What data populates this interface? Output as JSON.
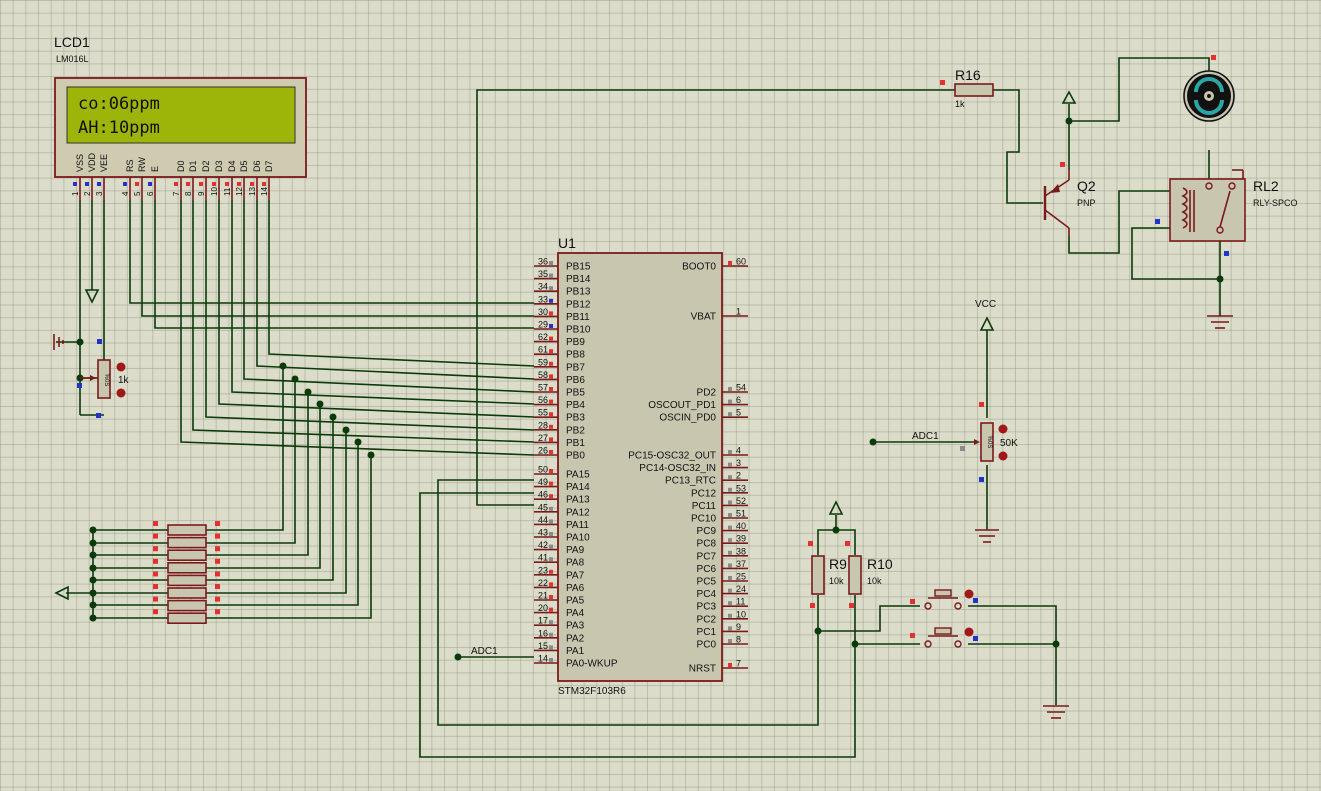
{
  "lcd": {
    "ref": "LCD1",
    "part": "LM016L",
    "line1": "co:06ppm",
    "line2": "AH:10ppm",
    "pins": [
      {
        "name": "VSS",
        "num": "1"
      },
      {
        "name": "VDD",
        "num": "2"
      },
      {
        "name": "VEE",
        "num": "3"
      },
      {
        "name": "RS",
        "num": "4"
      },
      {
        "name": "RW",
        "num": "5"
      },
      {
        "name": "E",
        "num": "6"
      },
      {
        "name": "D0",
        "num": "7"
      },
      {
        "name": "D1",
        "num": "8"
      },
      {
        "name": "D2",
        "num": "9"
      },
      {
        "name": "D3",
        "num": "10"
      },
      {
        "name": "D4",
        "num": "11"
      },
      {
        "name": "D5",
        "num": "12"
      },
      {
        "name": "D6",
        "num": "13"
      },
      {
        "name": "D7",
        "num": "14"
      }
    ]
  },
  "mcu": {
    "ref": "U1",
    "part": "STM32F103R6",
    "left_pins": [
      {
        "name": "PB15",
        "num": "36"
      },
      {
        "name": "PB14",
        "num": "35"
      },
      {
        "name": "PB13",
        "num": "34"
      },
      {
        "name": "PB12",
        "num": "33"
      },
      {
        "name": "PB11",
        "num": "30"
      },
      {
        "name": "PB10",
        "num": "29"
      },
      {
        "name": "PB9",
        "num": "62"
      },
      {
        "name": "PB8",
        "num": "61"
      },
      {
        "name": "PB7",
        "num": "59"
      },
      {
        "name": "PB6",
        "num": "58"
      },
      {
        "name": "PB5",
        "num": "57"
      },
      {
        "name": "PB4",
        "num": "56"
      },
      {
        "name": "PB3",
        "num": "55"
      },
      {
        "name": "PB2",
        "num": "28"
      },
      {
        "name": "PB1",
        "num": "27"
      },
      {
        "name": "PB0",
        "num": "26"
      },
      {
        "name": "PA15",
        "num": "50"
      },
      {
        "name": "PA14",
        "num": "49"
      },
      {
        "name": "PA13",
        "num": "46"
      },
      {
        "name": "PA12",
        "num": "45"
      },
      {
        "name": "PA11",
        "num": "44"
      },
      {
        "name": "PA10",
        "num": "43"
      },
      {
        "name": "PA9",
        "num": "42"
      },
      {
        "name": "PA8",
        "num": "41"
      },
      {
        "name": "PA7",
        "num": "23"
      },
      {
        "name": "PA6",
        "num": "22"
      },
      {
        "name": "PA5",
        "num": "21"
      },
      {
        "name": "PA4",
        "num": "20"
      },
      {
        "name": "PA3",
        "num": "17"
      },
      {
        "name": "PA2",
        "num": "16"
      },
      {
        "name": "PA1",
        "num": "15"
      },
      {
        "name": "PA0-WKUP",
        "num": "14"
      }
    ],
    "right_pins_top": [
      {
        "name": "BOOT0",
        "num": "60"
      },
      {
        "name": "VBAT",
        "num": "1"
      }
    ],
    "right_pins_mid": [
      {
        "name": "PD2",
        "num": "54"
      },
      {
        "name": "OSCOUT_PD1",
        "num": "6"
      },
      {
        "name": "OSCIN_PD0",
        "num": "5"
      }
    ],
    "right_pins_low": [
      {
        "name": "PC15-OSC32_OUT",
        "num": "4"
      },
      {
        "name": "PC14-OSC32_IN",
        "num": "3"
      },
      {
        "name": "PC13_RTC",
        "num": "2"
      },
      {
        "name": "PC12",
        "num": "53"
      },
      {
        "name": "PC11",
        "num": "52"
      },
      {
        "name": "PC10",
        "num": "51"
      },
      {
        "name": "PC9",
        "num": "40"
      },
      {
        "name": "PC8",
        "num": "39"
      },
      {
        "name": "PC7",
        "num": "38"
      },
      {
        "name": "PC6",
        "num": "37"
      },
      {
        "name": "PC5",
        "num": "25"
      },
      {
        "name": "PC4",
        "num": "24"
      },
      {
        "name": "PC3",
        "num": "11"
      },
      {
        "name": "PC2",
        "num": "10"
      },
      {
        "name": "PC1",
        "num": "9"
      },
      {
        "name": "PC0",
        "num": "8"
      },
      {
        "name": "NRST",
        "num": "7"
      }
    ]
  },
  "pot1": {
    "value": "1k",
    "body": "%0S"
  },
  "pot2": {
    "value": "50K",
    "body": "%0S"
  },
  "r16": {
    "ref": "R16",
    "value": "1k"
  },
  "q2": {
    "ref": "Q2",
    "type": "PNP"
  },
  "rl2": {
    "ref": "RL2",
    "part": "RLY-SPCO"
  },
  "r9": {
    "ref": "R9",
    "value": "10k"
  },
  "r10": {
    "ref": "R10",
    "value": "10k"
  },
  "vcc": {
    "label": "VCC"
  },
  "adc_labels": {
    "pot": "ADC1",
    "mcu": "ADC1"
  }
}
